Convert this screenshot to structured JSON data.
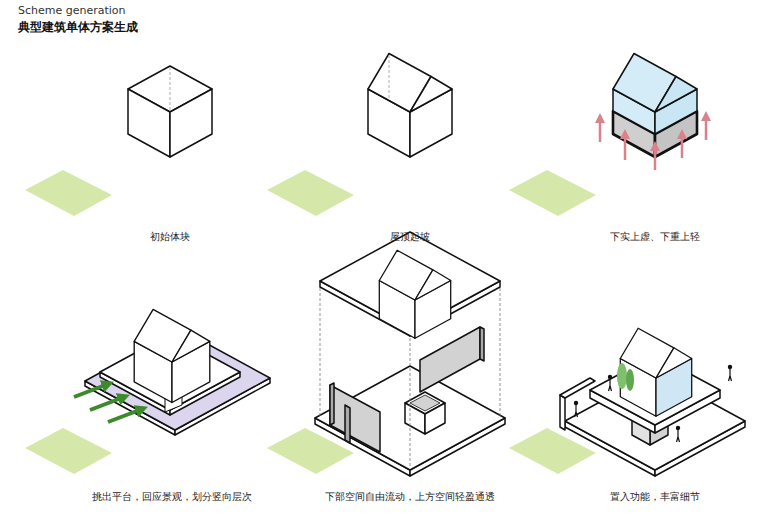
{
  "diagram": {
    "title": "Scheme generation",
    "labels": [
      "典型建筑单体方案生成",
      "初始体块",
      "屋顶起坡",
      "下实上虚、下重上轻",
      "挑出平台，回应景观，划分竖向层次",
      "下部空间自由流动，上方空间轻盈通透",
      "置入功能，丰富细节"
    ]
  }
}
